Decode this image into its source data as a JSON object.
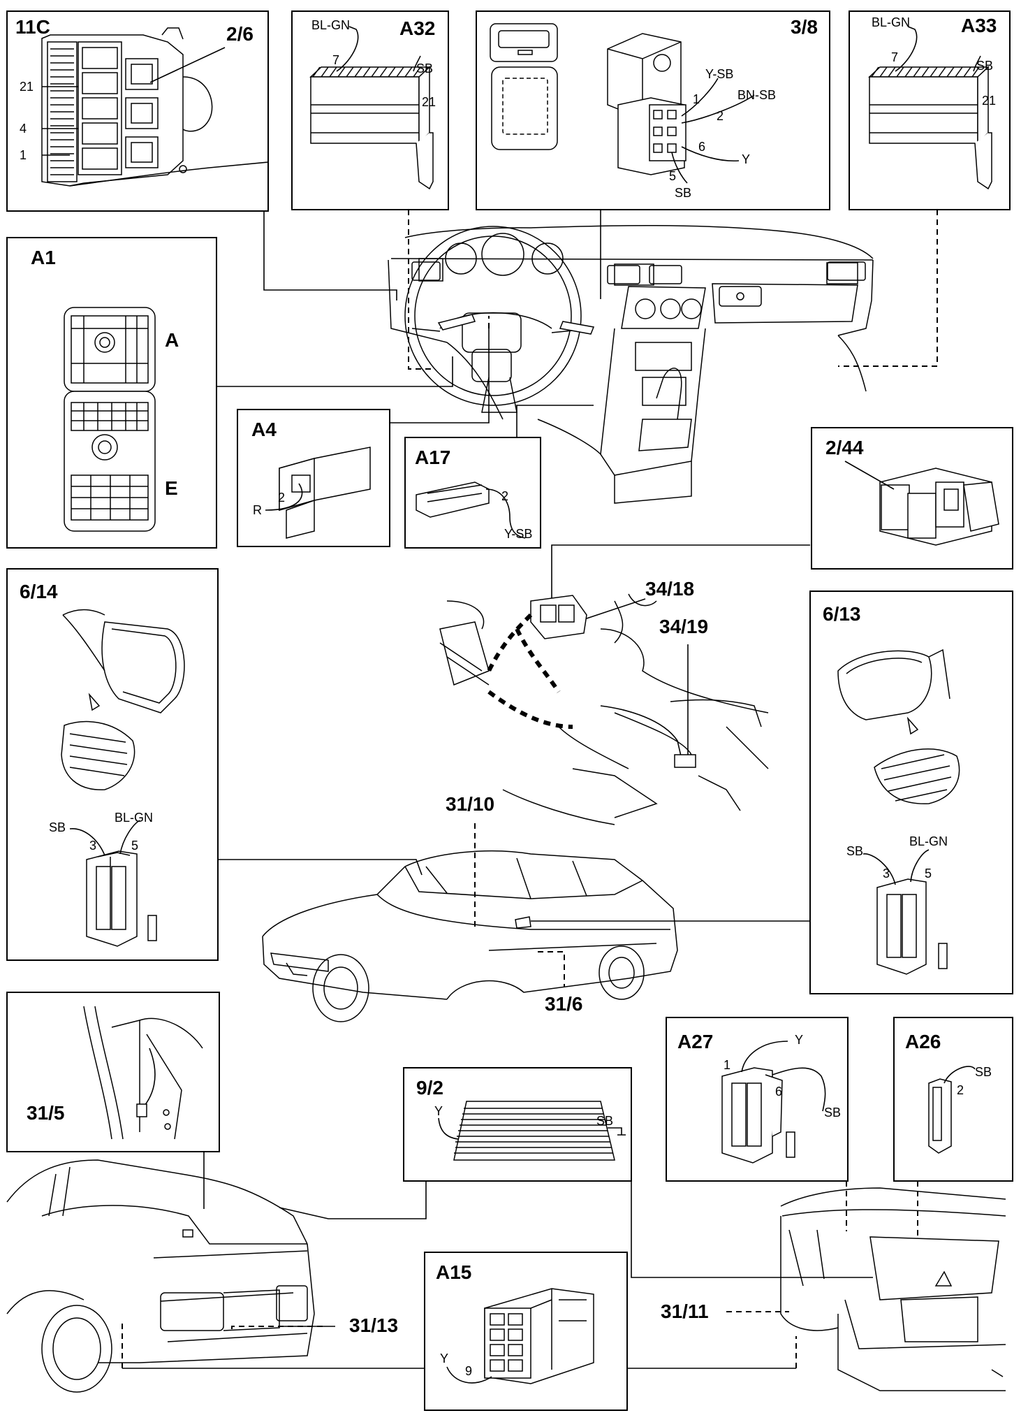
{
  "boxes": {
    "b11c": {
      "label": "11C",
      "sub": "2/6",
      "pins": [
        "21",
        "4",
        "1"
      ]
    },
    "a32": {
      "label": "A32",
      "wires": [
        "BL-GN",
        "SB"
      ],
      "pins": [
        "7",
        "21"
      ]
    },
    "b38": {
      "label": "3/8",
      "wires": [
        "Y-SB",
        "BN-SB",
        "Y",
        "SB"
      ],
      "pins": [
        "1",
        "2",
        "6",
        "5"
      ]
    },
    "a33": {
      "label": "A33",
      "wires": [
        "BL-GN",
        "SB"
      ],
      "pins": [
        "7",
        "21"
      ]
    },
    "a1": {
      "label": "A1",
      "sub_a": "A",
      "sub_e": "E"
    },
    "a4": {
      "label": "A4",
      "wire": "R",
      "pin": "2"
    },
    "a17": {
      "label": "A17",
      "wire": "Y-SB",
      "pin": "2"
    },
    "b244": {
      "label": "2/44"
    },
    "b614": {
      "label": "6/14",
      "wires": [
        "SB",
        "BL-GN"
      ],
      "pins": [
        "3",
        "5"
      ]
    },
    "b613": {
      "label": "6/13",
      "wires": [
        "SB",
        "BL-GN"
      ],
      "pins": [
        "3",
        "5"
      ]
    },
    "b315": {
      "label": "31/5"
    },
    "b92": {
      "label": "9/2",
      "wires": [
        "Y",
        "SB"
      ]
    },
    "a27": {
      "label": "A27",
      "wires": [
        "Y",
        "SB"
      ],
      "pins": [
        "1",
        "6"
      ]
    },
    "a26": {
      "label": "A26",
      "wire": "SB",
      "pin": "2"
    },
    "a15": {
      "label": "A15",
      "wire": "Y",
      "pin": "9"
    }
  },
  "callouts": {
    "c3418": "34/18",
    "c3419": "34/19",
    "c3110": "31/10",
    "c316": "31/6",
    "c3113": "31/13",
    "c3111": "31/11"
  }
}
